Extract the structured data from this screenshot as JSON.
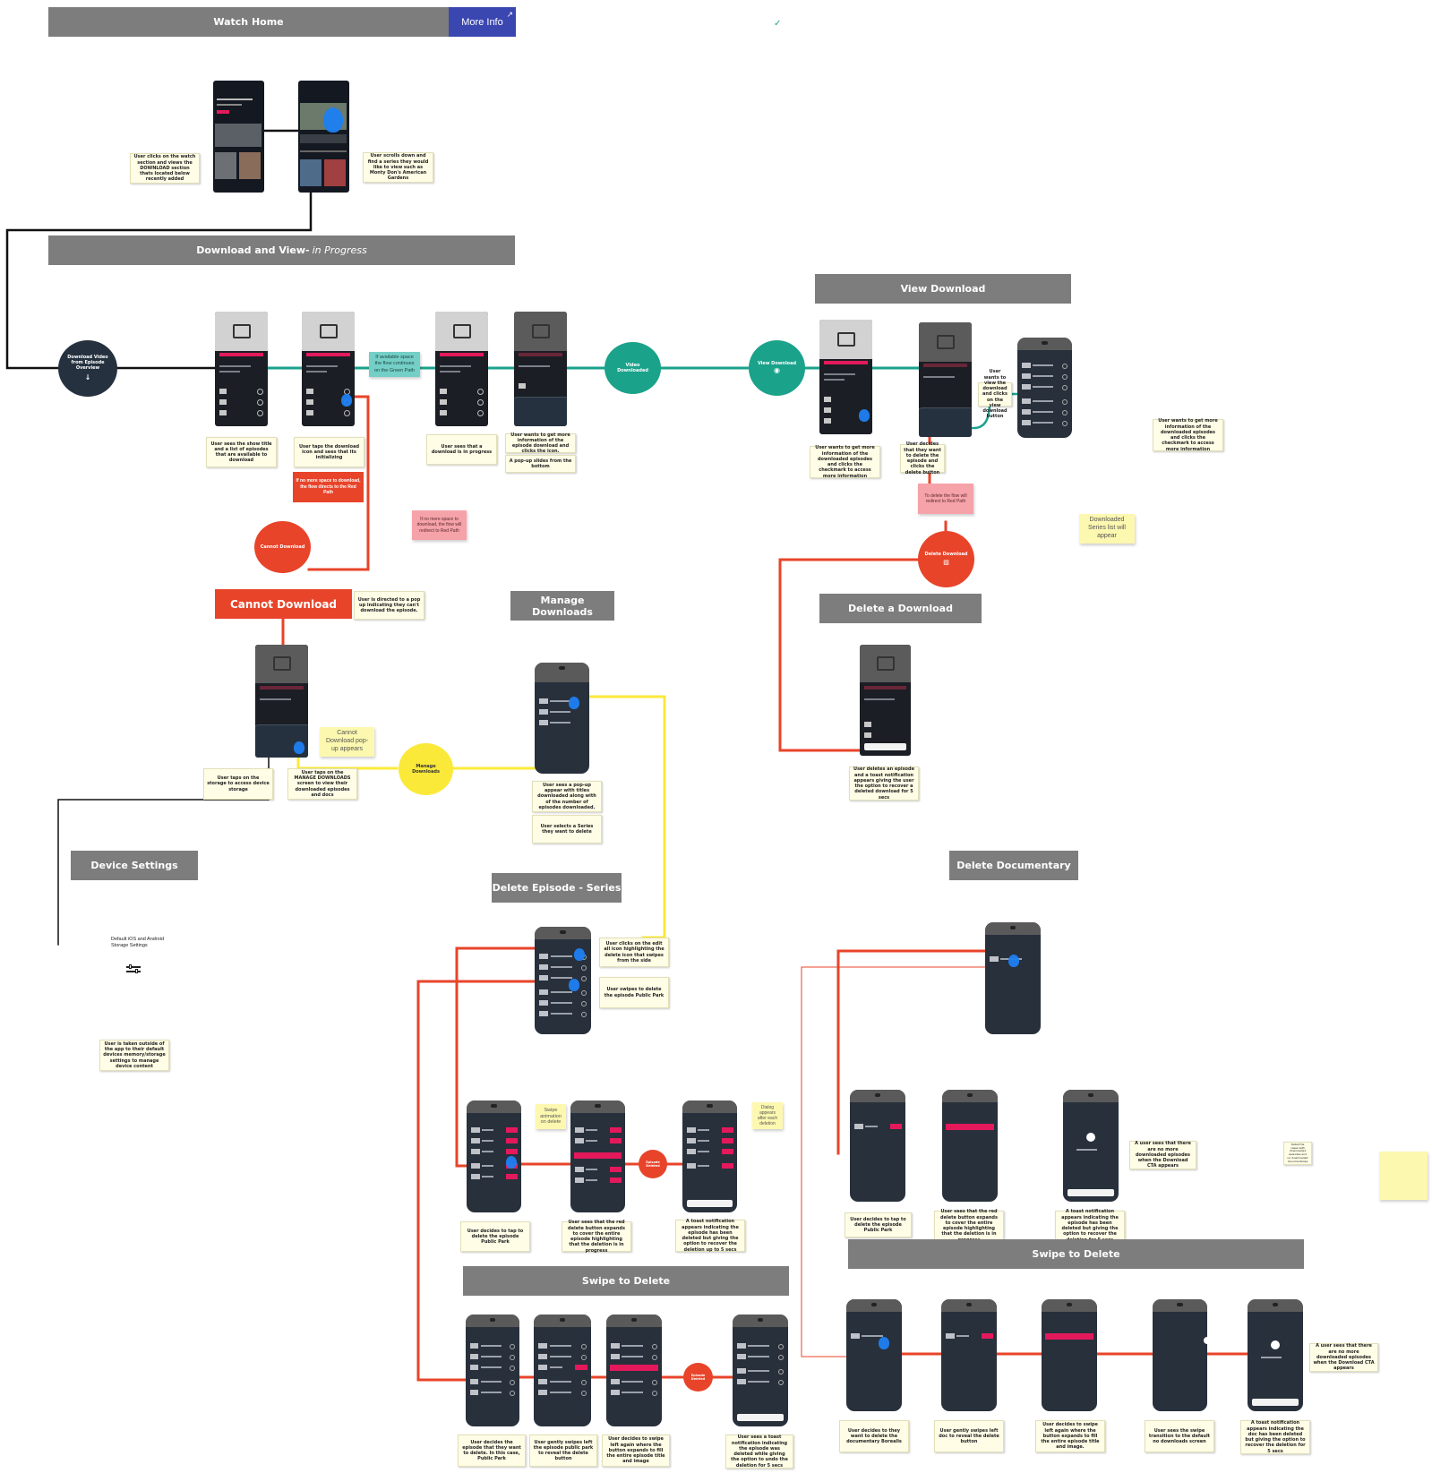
{
  "header": {
    "title": "Watch Home",
    "more_info": "More Info"
  },
  "sections": {
    "download_view_title": "Download and View-",
    "download_view_status": "in Progress",
    "view_download": "View Download",
    "cannot_download": "Cannot Download",
    "manage_downloads": "Manage Downloads",
    "delete_a_download": "Delete a Download",
    "device_settings": "Device Settings",
    "delete_episode_series": "Delete Episode - Series",
    "delete_documentary": "Delete Documentary",
    "swipe_to_delete_left": "Swipe to Delete",
    "swipe_to_delete_right": "Swipe to Delete"
  },
  "nodes": {
    "start": "Download Video from Episode Overview",
    "video_downloaded": "Video Downloaded",
    "view_download": "View Download",
    "cannot_download": "Cannot Download",
    "manage_downloads": "Manage Downloads",
    "delete_download": "Delete Download",
    "episode_deleted_1": "Episode Deleted",
    "episode_deleted_2": "Episode Deleted"
  },
  "notes": {
    "watch_section": "User clicks on the watch section and views the DOWNLOAD section thats located below recently added",
    "scroll_series": "User scrolls down and find a series they would like to view such as Monty Don's American Gardens",
    "show_title": "User sees the show title and a list of episodes that are available to download",
    "taps_download": "User taps the download icon and sees that its initializing",
    "in_progress": "User sees that a download is in progress",
    "more_info": "User wants to get more information of the episode download and clicks the icon.",
    "popup_slides": "A pop-up slides from the bottom",
    "green_path": "If available space the flow continues on the Green Path",
    "no_space_red": "If no more space to download, the flow directs to the Red Path",
    "no_space_pink": "If no more space to download, the flow will redirect to Red Path",
    "directed_popup": "User is directed to a pop up indicating they can't download the episode.",
    "cannot_popup": "Cannot Download pop-up appears",
    "taps_storage": "User taps on the storage to access device storage",
    "taps_manage": "User taps on the MANAGE DOWNLOADS screen to view their downloaded episodes and docs",
    "popup_titles": "User sees a pop-up appear with titles downloaded along with of the number of episodes downloaded.",
    "selects_series": "User selects a Series they want to delete",
    "view_dl_info": "User wants to get more information of the downloaded episodes and clicks the checkmark to access more information",
    "decides_delete": "User decides that they want to delete the episode and clicks the delete button",
    "view_and_click": "User wants to view the download and clicks on the view download button",
    "more_info_right": "User wants to get more information of the downloaded episodes and clicks the checkmark to access more information",
    "redirect_red": "To delete the flow will redirect to Red Path",
    "series_list": "Downloaded Series list will appear",
    "deletes_toast": "User deletes an episode and a toast notification appears giving the user the option to recover a deleted download for 5 secs",
    "default_storage": "Default iOS and Android Storage Settings",
    "taken_outside": "User is taken outside of the app to their default devices memory/storage settings to manage device content",
    "edit_all": "User clicks on the edit all icon highlighting the delete icon that swipes from the side",
    "swipes_episode": "User swipes to delete the episode Public Park",
    "swipe_anim": "Swipe animation on delete",
    "dialog_appears": "Dialog appears after each deletion",
    "tap_delete": "User decides to tap to delete the episode Public Park",
    "red_expands": "User sees that the red delete button expands to cover the entire episode highlighting that the deletion is in progress",
    "toast_recover": "A toast notification appears indicating the episode has been deleted but giving the option to recover the deletion up to 5 secs",
    "decide_public_park": "User decides to tap to delete the episode Public Park",
    "red_expands_right": "User sees that the red delete button expands to cover the entire episode highlighting that the deletion is in progress",
    "toast_right": "A toast notification appears indicating the episode has been deleted but giving the option to recover the deletion for 5 secs",
    "no_more_right": "A user sees that there are no more downloaded episodes when the Download CTA appears",
    "small_right": "Detail the cases with downloaded episodes and no downloaded documentaries",
    "swipe_decide": "User decides the episode that they want to delete. In this case, Public Park",
    "gently_swipes": "User gently swipes left the episode public park to reveal the delete button",
    "swipe_again": "User decides to swipe left again where the button expands to fill the entire episode title and image",
    "toast_bottom": "User sees a toast notification indicating the episode was deleted while giving the option to undo the deletion for 5 secs",
    "doc_delete": "User decides to they want to delete the documentary Borealis",
    "doc_gently": "User gently swipes left doc to reveal the delete button",
    "doc_swipe_again": "User decides to swipe left again where the button expands to fill the entire episode title and image.",
    "doc_default": "User sees the swipe transition to the default no downloads screen",
    "doc_toast": "A toast notification appears indicating the doc has been deleted but giving the option to recover the deletion for 5 secs",
    "doc_no_more": "A user sees that there are no more downloaded episodes when the Download CTA appears"
  },
  "colors": {
    "green_path": "#1aa28b",
    "red_path": "#e8442a",
    "yellow_path": "#fbe93a",
    "banner": "#7d7d7d",
    "info_button": "#3b47b0"
  },
  "icons": [
    "external-link-icon",
    "checkmark-icon",
    "image-icon",
    "settings-sliders-icon",
    "trash-icon",
    "chevron-down-icon",
    "eye-icon",
    "pointer-hand-icon"
  ]
}
